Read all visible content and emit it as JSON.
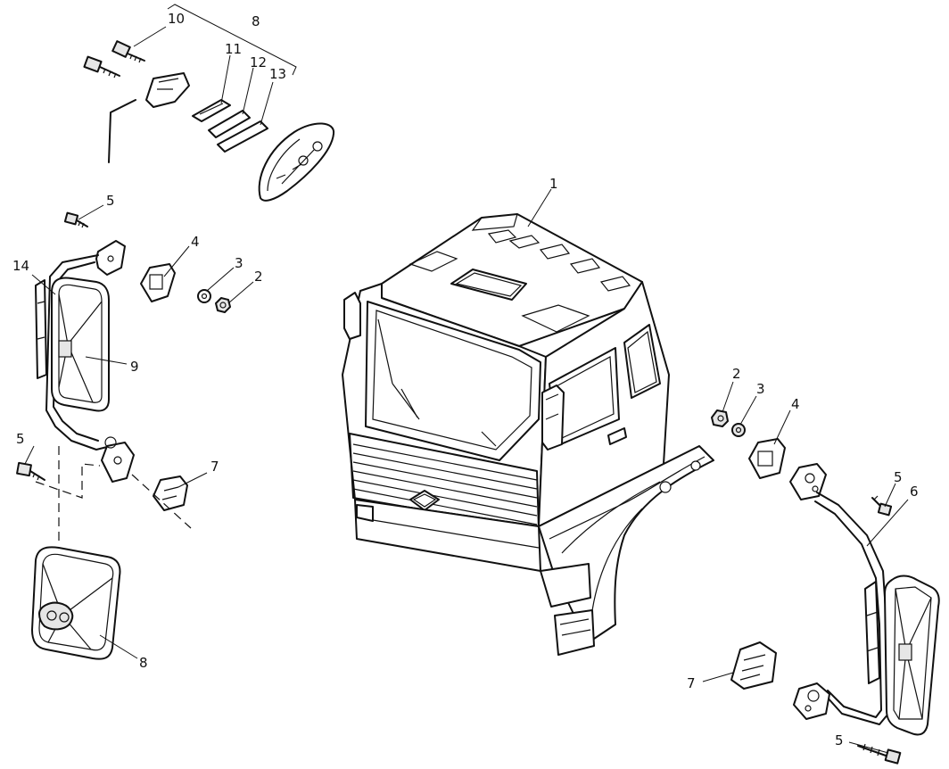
{
  "callouts": {
    "c1": "1",
    "c2_left": "2",
    "c2_right": "2",
    "c3_left": "3",
    "c3_right": "3",
    "c4_left": "4",
    "c4_right": "4",
    "c5_top_left": "5",
    "c5_mid_left": "5",
    "c5_right_mid": "5",
    "c5_right_bottom": "5",
    "c6": "6",
    "c7_left": "7",
    "c7_right": "7",
    "c8_top": "8",
    "c8_bottom": "8",
    "c9": "9",
    "c10": "10",
    "c11": "11",
    "c12": "12",
    "c13": "13",
    "c14": "14"
  }
}
